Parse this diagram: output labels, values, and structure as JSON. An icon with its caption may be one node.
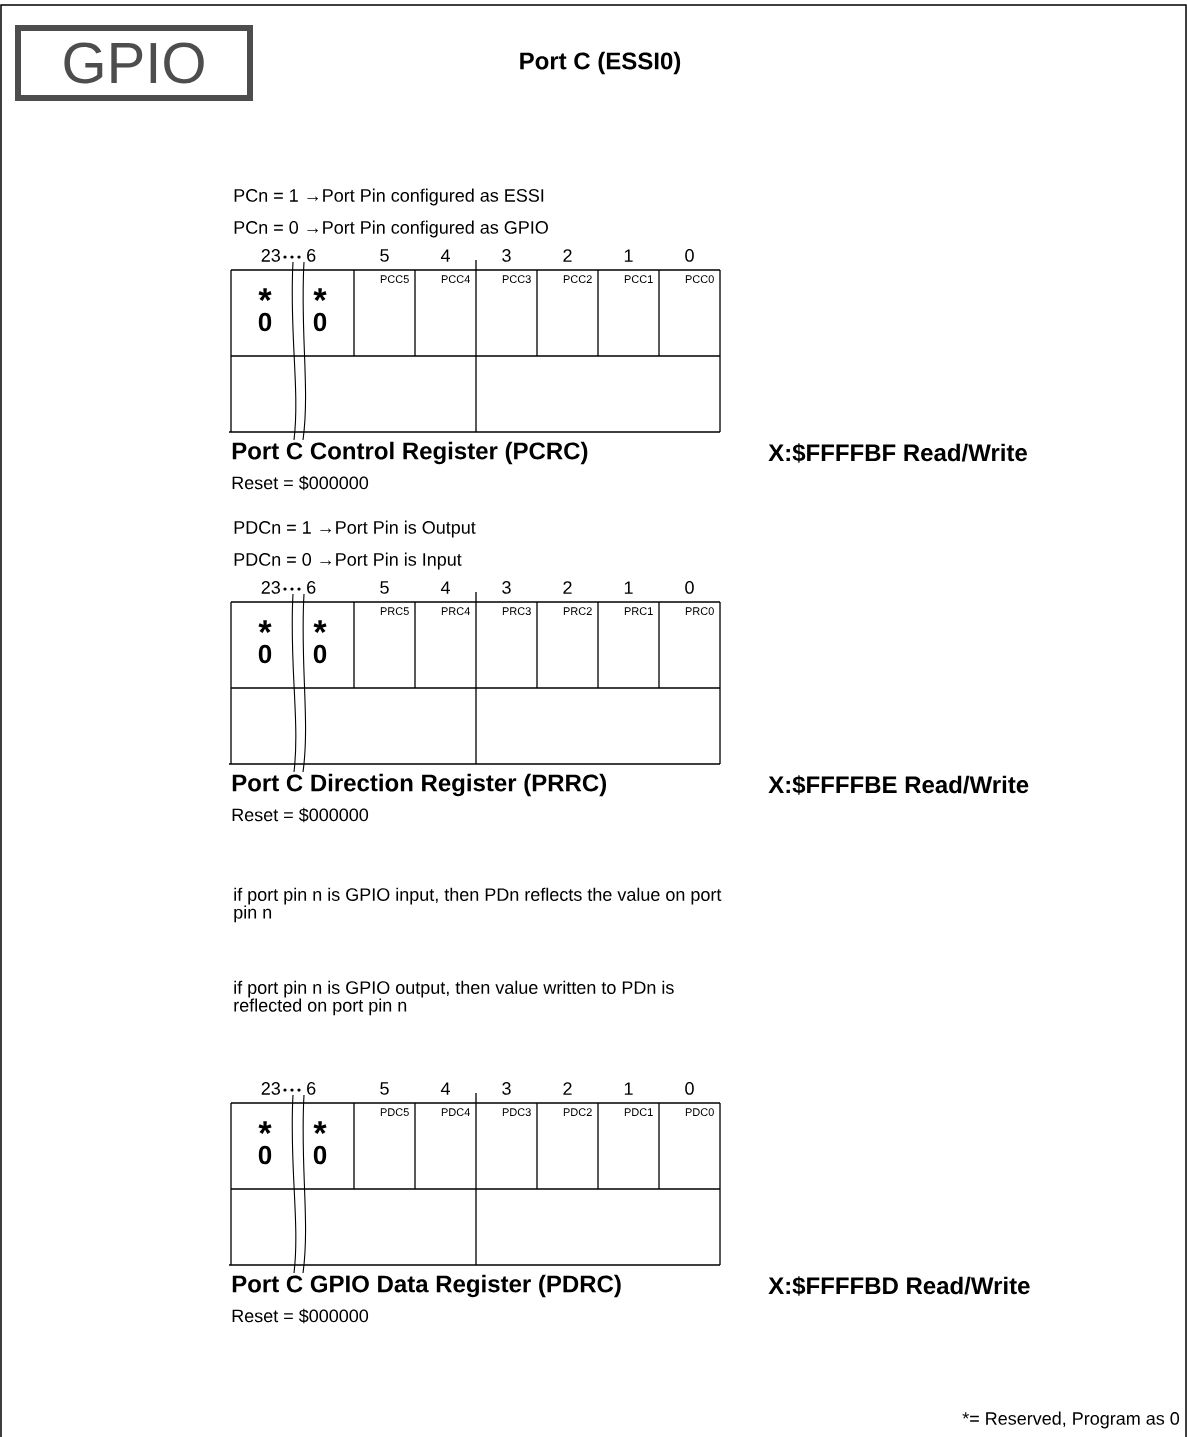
{
  "diagram": {
    "title": "Port C (ESSI0)",
    "nodes": [
      {
        "text": [
          "GPIO"
        ]
      }
    ],
    "labels": [
      "PCn = 1 →Port Pin configured as ESSI",
      "PCn = 0 →Port Pin configured as GPIO",
      "23",
      "6",
      "5",
      "4",
      "3",
      "2",
      "1",
      "0",
      "*",
      "0",
      "*",
      "0",
      "PCC5",
      "PCC4",
      "PCC3",
      "PCC2",
      "PCC1",
      "PCC0",
      "Port C Control Register (PCRC)",
      "X:$FFFFBF Read/Write",
      "Reset = $000000",
      "PDCn = 1 →Port Pin is Output",
      "PDCn = 0 →Port Pin is Input",
      "23",
      "6",
      "5",
      "4",
      "3",
      "2",
      "1",
      "0",
      "*",
      "0",
      "*",
      "0",
      "PRC5",
      "PRC4",
      "PRC3",
      "PRC2",
      "PRC1",
      "PRC0",
      "Port C Direction Register (PRRC)",
      "X:$FFFFBE Read/Write",
      "Reset = $000000",
      "if port pin n is GPIO input, then PDn reflects the value on port pin n",
      "if port pin n is GPIO output, then value written to PDn is reflected on port pin n",
      "23",
      "6",
      "5",
      "4",
      "3",
      "2",
      "1",
      "0",
      "*",
      "0",
      "*",
      "0",
      "PDC5",
      "PDC4",
      "PDC3",
      "PDC2",
      "PDC1",
      "PDC0",
      "Port C GPIO Data Register (PDRC)",
      "X:$FFFFBD Read/Write",
      "Reset = $000000",
      "*= Reserved, Program as 0"
    ]
  }
}
